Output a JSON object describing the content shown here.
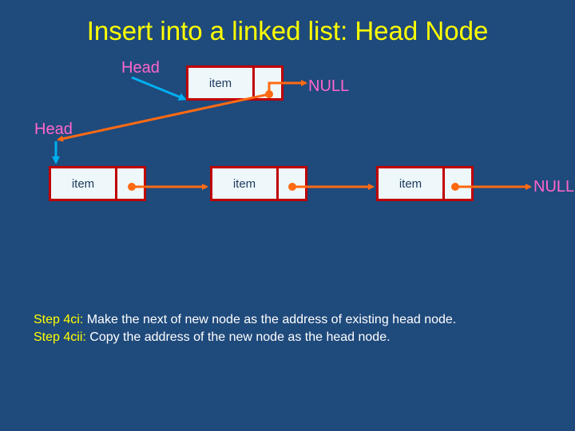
{
  "title": "Insert into a linked list: Head Node",
  "head_label_top": "Head",
  "head_label_left": "Head",
  "top_node": {
    "item": "item"
  },
  "top_null": "NULL",
  "list_nodes": [
    {
      "item": "item"
    },
    {
      "item": "item"
    },
    {
      "item": "item"
    }
  ],
  "list_null": "NULL",
  "steps": [
    {
      "key": "Step 4ci:",
      "text": " Make the next of new node as the address of existing head node."
    },
    {
      "key": "Step 4cii:",
      "text": " Copy the address of the new node as the head node."
    }
  ],
  "colors": {
    "background": "#1f4a7c",
    "title": "#ffff00",
    "label": "#ff66cc",
    "node_border": "#c00000",
    "node_fill": "#eef8fa",
    "arrow_orange": "#ff6a13",
    "arrow_blue": "#00b0f0"
  }
}
